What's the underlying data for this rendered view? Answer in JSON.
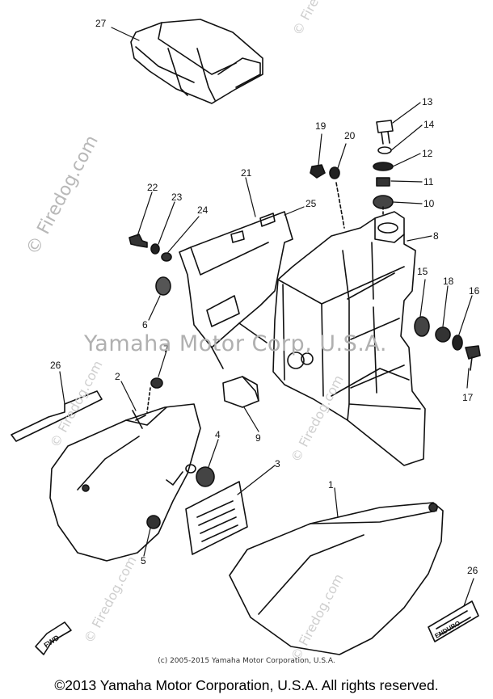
{
  "watermarks": {
    "site": "© Firedog.com",
    "site_small": "© Firedog.com",
    "center": "Yamaha Motor Corp, U.S.A."
  },
  "part_labels": {
    "p27": "27",
    "p13": "13",
    "p14": "14",
    "p19": "19",
    "p20": "20",
    "p12": "12",
    "p11": "11",
    "p10": "10",
    "p21": "21",
    "p22": "22",
    "p23": "23",
    "p24": "24",
    "p25": "25",
    "p8": "8",
    "p6": "6",
    "p15": "15",
    "p18": "18",
    "p16": "16",
    "p17": "17",
    "p7": "7",
    "p26a": "26",
    "p2": "2",
    "p9": "9",
    "p4": "4",
    "p3": "3",
    "p5": "5",
    "p1": "1",
    "p26b": "26"
  },
  "fwd_label": "FWD",
  "emblem_label": "ENDURO",
  "copyright_small": "(c) 2005-2015 Yamaha Motor Corporation, U.S.A.",
  "copyright_main": "©2013 Yamaha Motor Corporation, U.S.A. All rights reserved."
}
